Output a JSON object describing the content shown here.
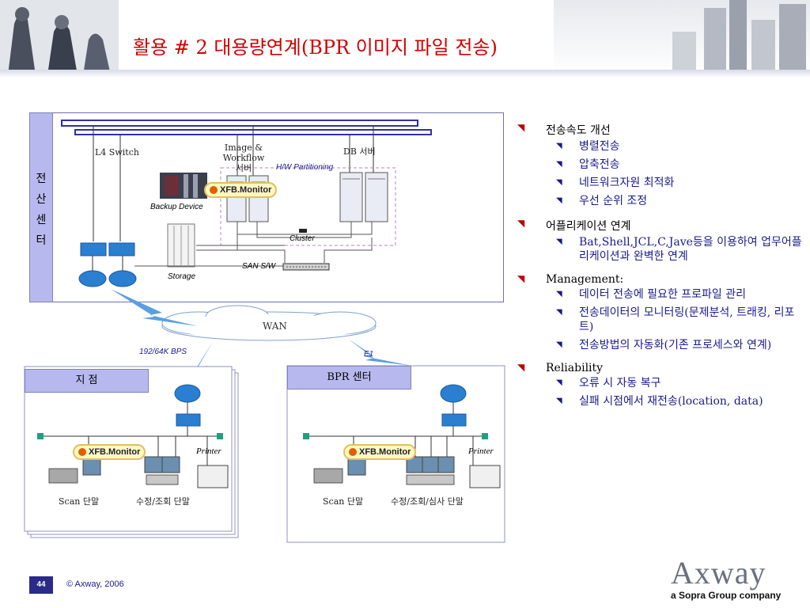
{
  "title": "활용 # 2  대용량연계(BPR 이미지 파일 전송)",
  "datacenter": {
    "side_label": [
      "전",
      "산",
      "센",
      "터"
    ],
    "l4_switch": "L4 Switch",
    "image_server": [
      "Image &",
      "Workflow",
      "서버"
    ],
    "db_server": "DB 서버",
    "hw_partitioning": "H/W Partitioning",
    "backup_device": "Backup Device",
    "storage": "Storage",
    "cluster": "Cluster",
    "san_switch": "SAN S/W",
    "monitor": "XFB.Monitor"
  },
  "wan": {
    "label": "WAN",
    "link_left": "192/64K BPS",
    "link_right": "E1"
  },
  "branch": {
    "label": "지  점",
    "monitor": "XFB.Monitor",
    "printer": "Printer",
    "scan_terminal": "Scan 단말",
    "edit_terminal": "수정/조회 단말"
  },
  "bpr_center": {
    "label": "BPR 센터",
    "monitor": "XFB.Monitor",
    "printer": "Printer",
    "scan_terminal": "Scan 단말",
    "edit_terminal": "수정/조회/심사 단말"
  },
  "bullets": [
    {
      "heading": "전송속도 개선",
      "items": [
        "병렬전송",
        "압축전송",
        "네트워크자원 최적화",
        "우선 순위 조정"
      ]
    },
    {
      "heading": "어플리케이션 연계",
      "items": [
        "Bat,Shell,JCL,C,Jave등을 이용하여 업무어플리케이션과 완벽한 연계"
      ]
    },
    {
      "heading": "Management:",
      "items": [
        "데이터 전송에 필요한 프로파일 관리",
        "전송데이터의 모니터링(문제분석, 트래킹, 리포트)",
        "전송방법의 자동화(기존 프로세스와 연계)"
      ]
    },
    {
      "heading": "Reliability",
      "items": [
        "오류 시 자동 복구",
        "실패 시점에서 재전송(location, data)"
      ]
    }
  ],
  "footer": {
    "page": "44",
    "copyright": "© Axway, 2006",
    "logo": "Axway",
    "logo_sub": "a Sopra Group company"
  },
  "colors": {
    "title": "#d00000",
    "label_fill": "#b7b9ee",
    "footer_bg": "#2a2a8a"
  }
}
